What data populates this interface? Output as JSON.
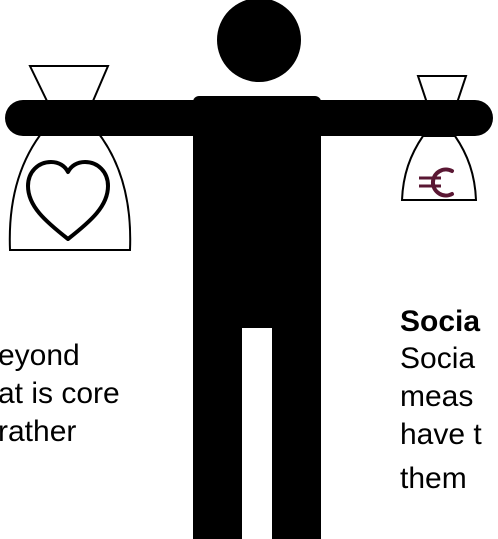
{
  "text_left": {
    "line1": "eyond",
    "line2": "at is core",
    "line3": "rather"
  },
  "text_right": {
    "heading": "Socia",
    "line1": "Socia",
    "line2": "meas",
    "line3": "have t",
    "line4": "them"
  },
  "icons": {
    "left_bag": "heart-icon",
    "right_bag": "euro-icon"
  },
  "colors": {
    "figure": "#000000",
    "euro_symbol": "#5a1733",
    "background": "#ffffff"
  }
}
